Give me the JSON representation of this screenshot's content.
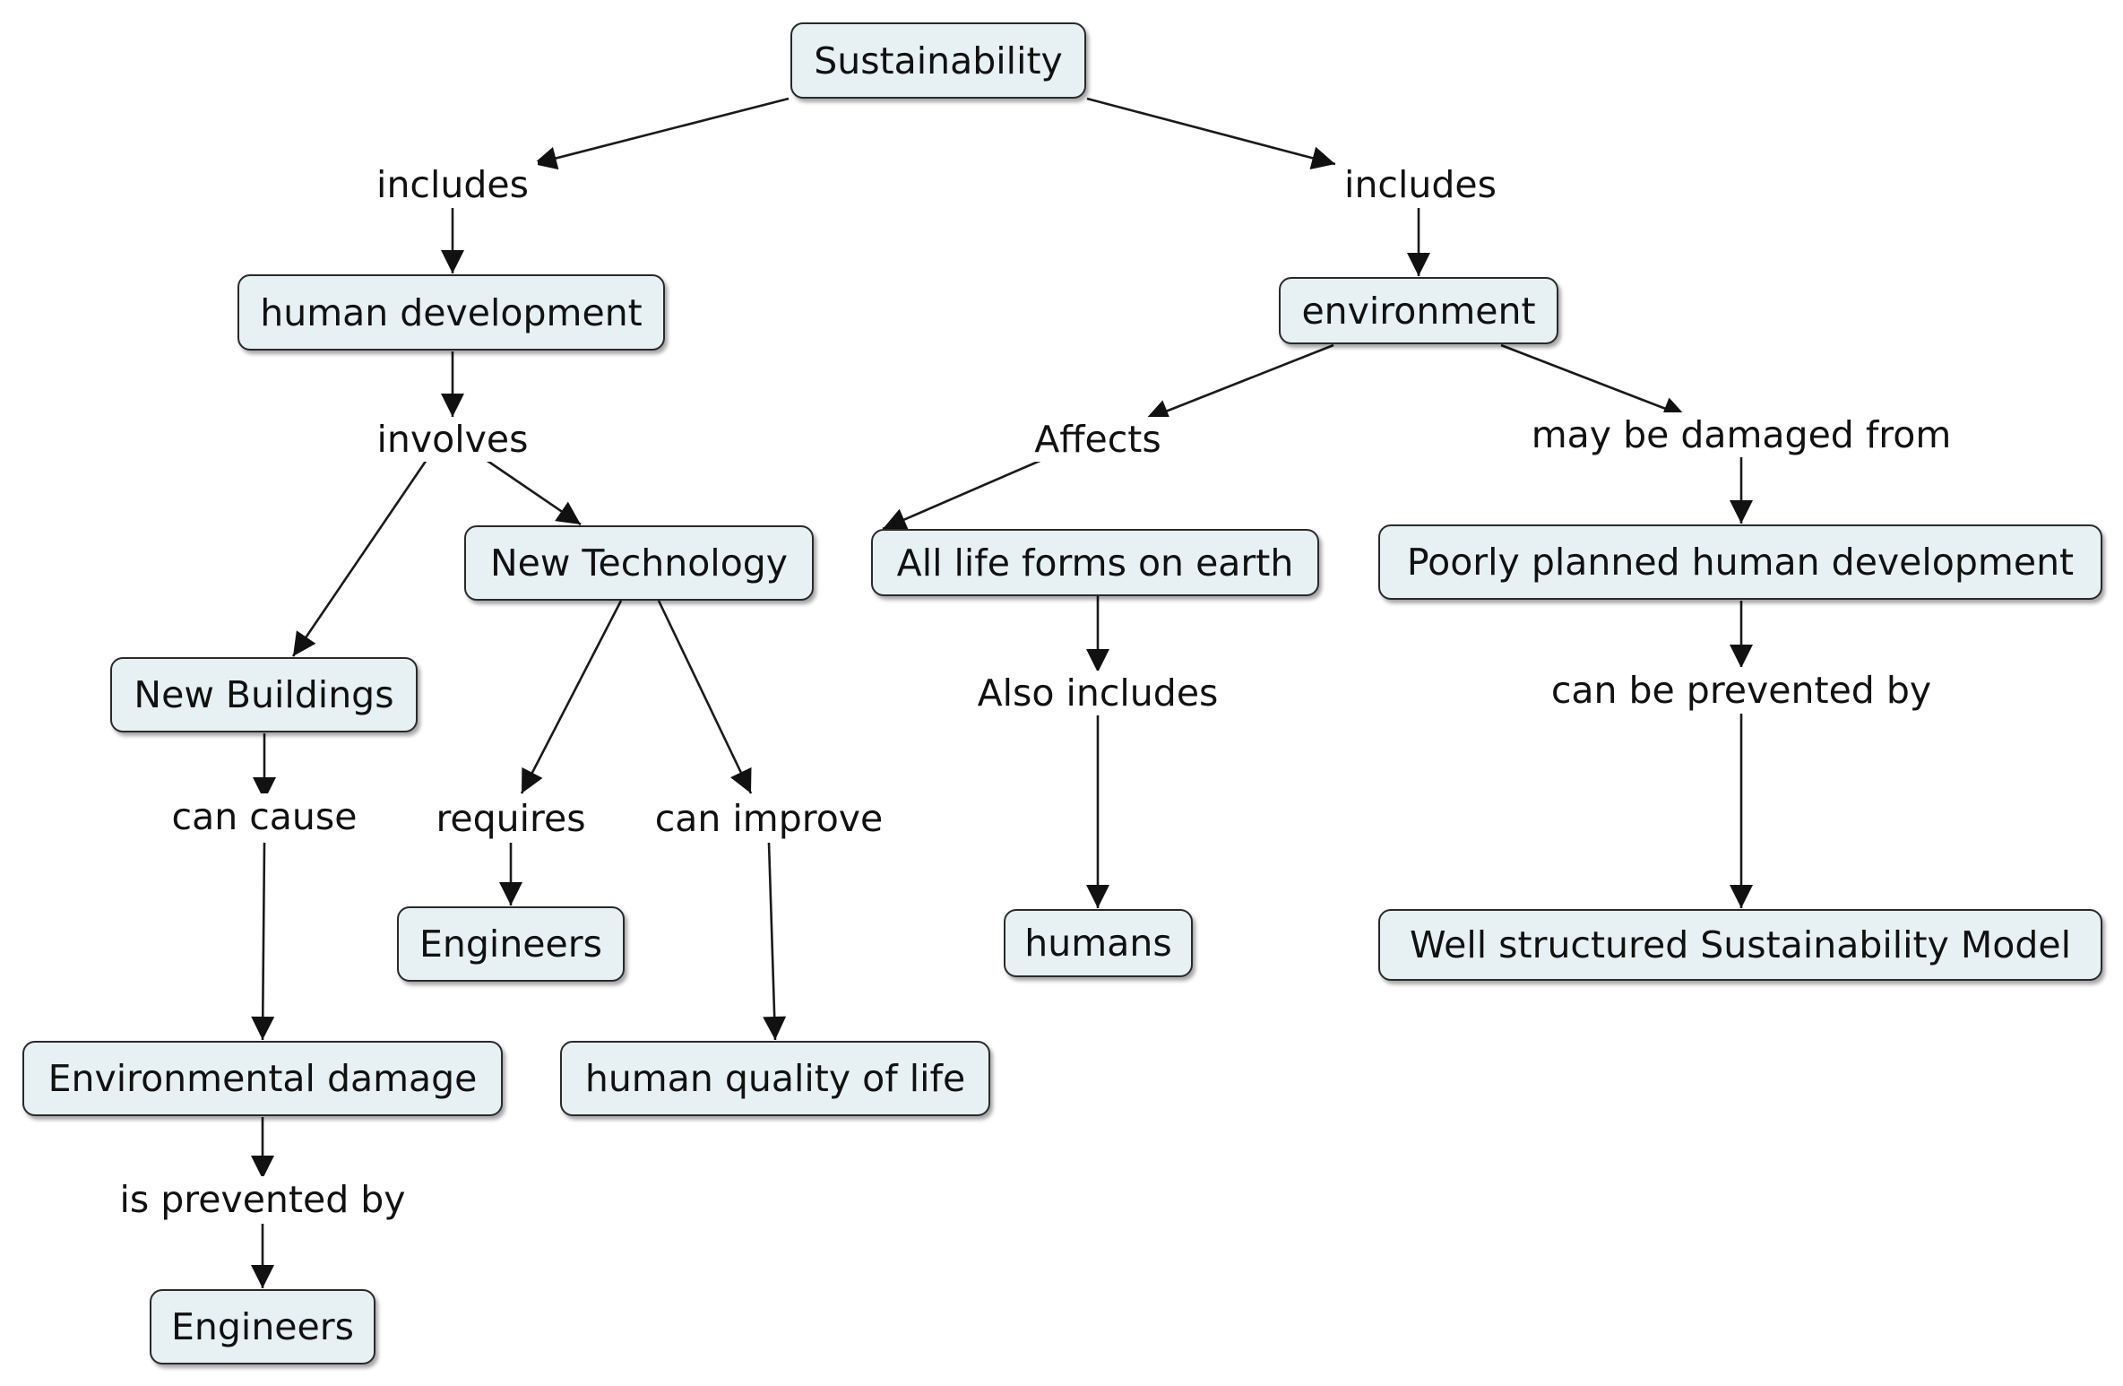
{
  "concepts": {
    "sustainability": "Sustainability",
    "human_development": "human development",
    "environment": "environment",
    "new_technology": "New Technology",
    "new_buildings": "New Buildings",
    "all_life_forms": "All life forms on earth",
    "poorly_planned": "Poorly planned human development",
    "engineers_tech": "Engineers",
    "human_quality": "human quality of life",
    "humans": "humans",
    "well_structured": "Well structured Sustainability Model",
    "environmental_damage": "Environmental damage",
    "engineers_damage": "Engineers"
  },
  "linking_phrases": {
    "includes_left": "includes",
    "includes_right": "includes",
    "involves": "involves",
    "affects": "Affects",
    "may_be_damaged": "may be damaged from",
    "can_cause": "can cause",
    "requires": "requires",
    "can_improve": "can improve",
    "also_includes": "Also includes",
    "can_be_prevented": "can be prevented by",
    "is_prevented": "is prevented by"
  }
}
